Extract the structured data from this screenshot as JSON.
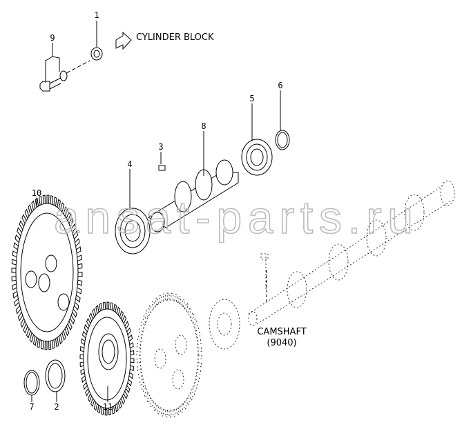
{
  "watermark": "ansat-parts.ru",
  "callouts": {
    "c1": "1",
    "c2": "2",
    "c3": "3",
    "c4": "4",
    "c5": "5",
    "c6": "6",
    "c7": "7",
    "c8": "8",
    "c9": "9",
    "c10": "10",
    "c11": "11"
  },
  "references": {
    "cylinder_block": "CYLINDER BLOCK",
    "camshaft": "CAMSHAFT",
    "camshaft_code": "(9040)"
  }
}
